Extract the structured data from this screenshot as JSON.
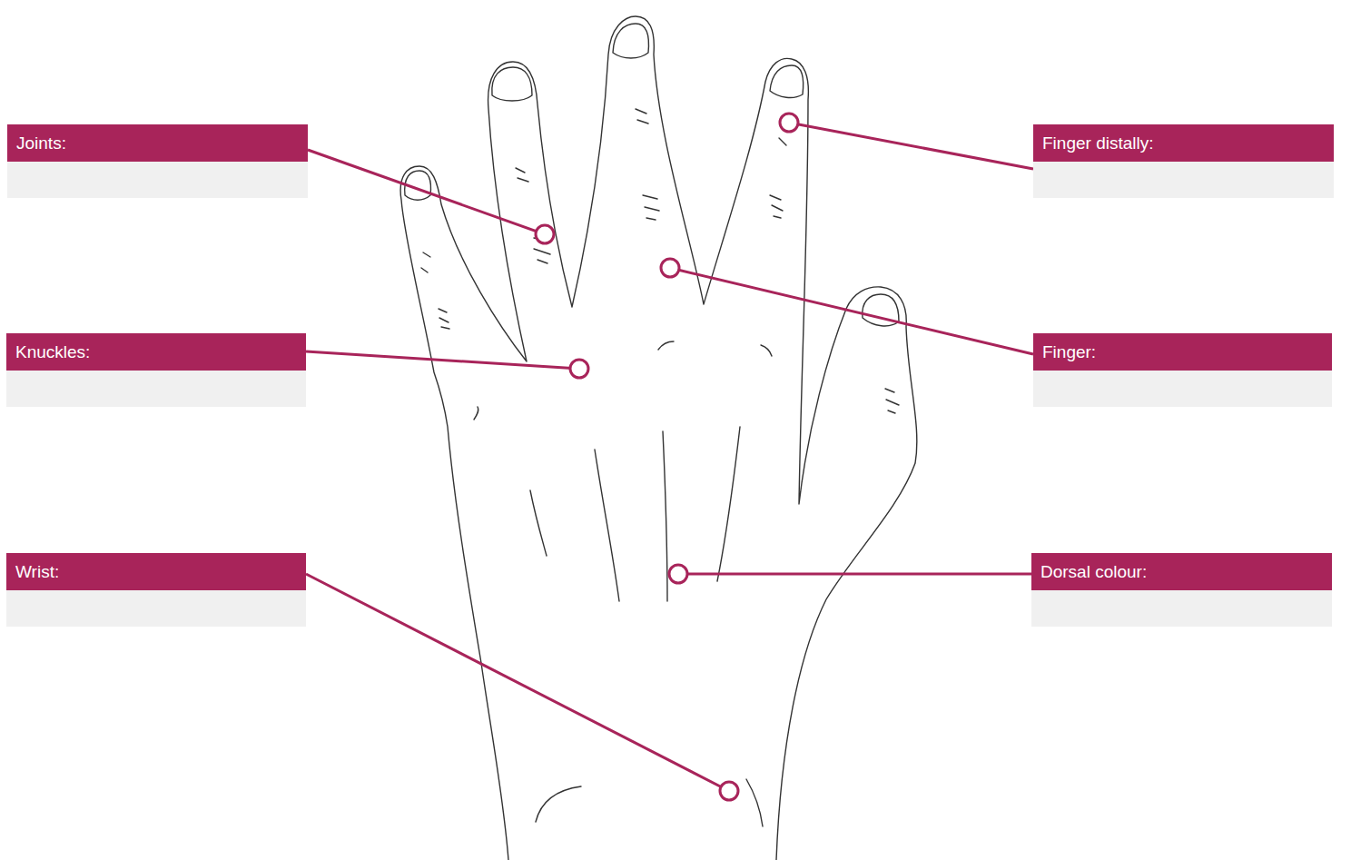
{
  "diagram": {
    "nodes": [
      {
        "text": [
          "Joints:"
        ]
      },
      {
        "text": [
          "Finger distally:"
        ]
      },
      {
        "text": [
          "Knuckles:"
        ]
      },
      {
        "text": [
          "Finger:"
        ]
      },
      {
        "text": [
          "Wrist:"
        ]
      },
      {
        "text": [
          "Dorsal colour:"
        ]
      }
    ]
  }
}
